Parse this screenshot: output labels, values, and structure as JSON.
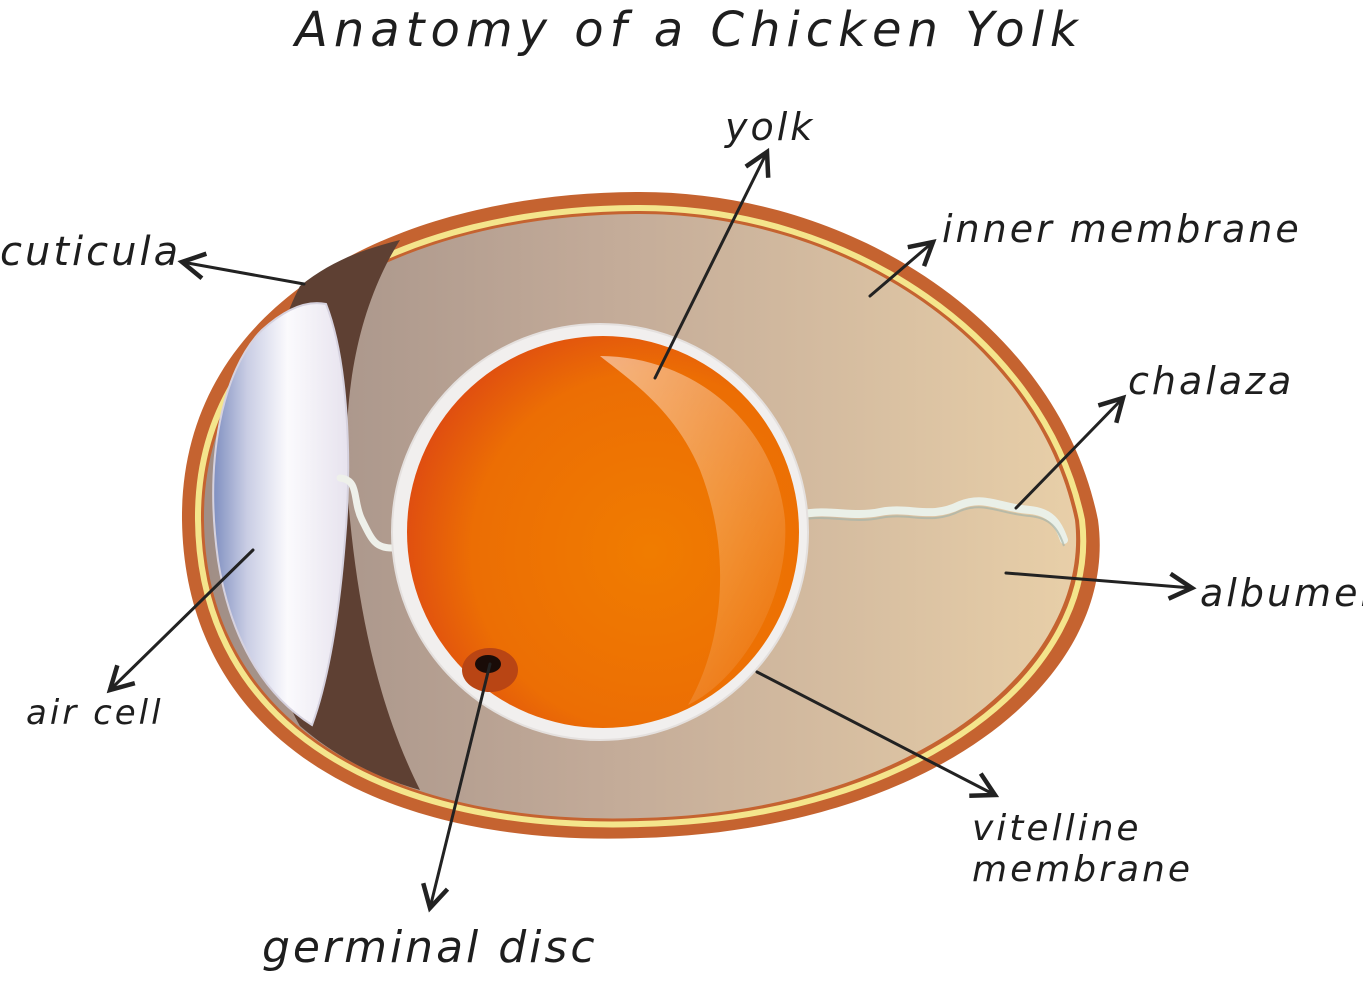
{
  "title": "Anatomy of a Chicken Yolk",
  "labels": {
    "yolk": "yolk",
    "inner_membrane": "inner membrane",
    "cuticula": "cuticula",
    "chalaza": "chalaza",
    "albumen": "albumen",
    "air_cell": "air cell",
    "vitelline_line1": "vitelline",
    "vitelline_line2": "membrane",
    "germinal_disc": "germinal disc"
  },
  "colors": {
    "shell": "#c76431",
    "inner_membrane": "#f3e48a",
    "albumen_light": "#e6cba7",
    "albumen_dark": "#a79489",
    "shadow": "#5e4033",
    "yolk": "#ee7100",
    "yolk_dark": "#e04a10",
    "vitelline": "#f2f0f0",
    "air_cell": "#f5f3fa",
    "arrow": "#222222"
  }
}
